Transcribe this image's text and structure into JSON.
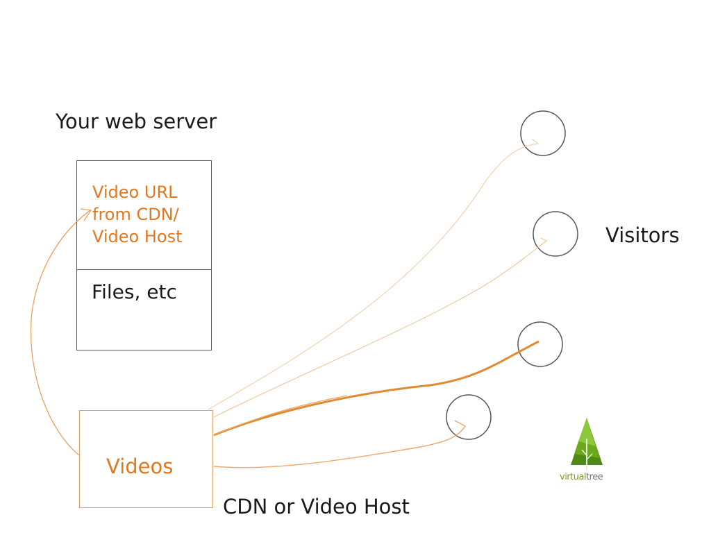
{
  "diagram": {
    "server": {
      "title": "Your web server",
      "top_section_text": "Video URL from CDN/ Video Host",
      "bottom_section_text": "Files, etc"
    },
    "cdn": {
      "box_label": "Videos",
      "caption": "CDN or Video Host"
    },
    "visitors": {
      "label": "Visitors",
      "count": 4
    },
    "logo": {
      "text_part1": "virtual",
      "text_part2": "tree"
    },
    "colors": {
      "accent": "#e07820",
      "line_light": "#f0c898",
      "line_strong": "#e08830",
      "border": "#555555",
      "logo_green": "#6aaa1a"
    }
  }
}
